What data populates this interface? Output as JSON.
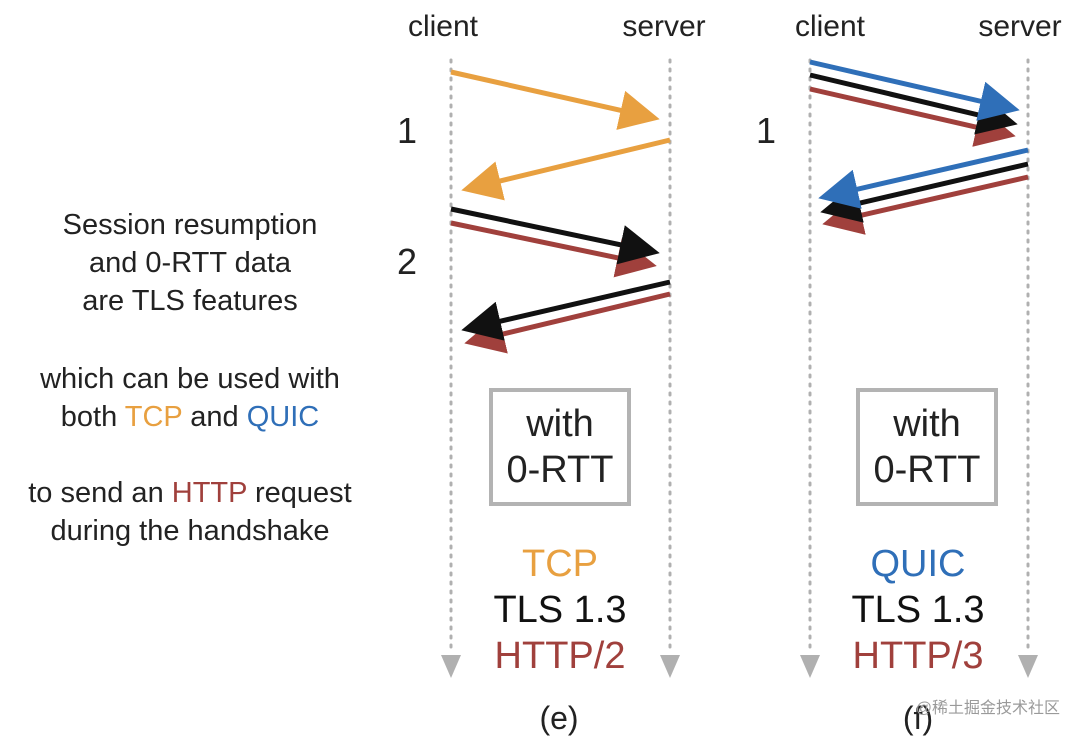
{
  "colors": {
    "tcp": "#E8A040",
    "quic": "#2F6FB8",
    "tls": "#111111",
    "http": "#A0403C",
    "axis": "#b0b0b0",
    "text": "#222222"
  },
  "sidebar": {
    "para1": [
      "Session resumption",
      "and 0-RTT data",
      "are TLS features"
    ],
    "para2_line1": "which can be used with",
    "para2_line2": {
      "pre": "both ",
      "tcp": "TCP",
      "mid": " and ",
      "quic": "QUIC"
    },
    "para3_line1": {
      "pre": "to send an ",
      "http": "HTTP",
      "post": " request"
    },
    "para3_line2": "during the handshake"
  },
  "panel_e": {
    "client_label": "client",
    "server_label": "server",
    "step1": "1",
    "step2": "2",
    "box_line1": "with",
    "box_line2": "0-RTT",
    "stack": [
      "TCP",
      "TLS 1.3",
      "HTTP/2"
    ],
    "caption": "(e)"
  },
  "panel_f": {
    "client_label": "client",
    "server_label": "server",
    "step1": "1",
    "box_line1": "with",
    "box_line2": "0-RTT",
    "stack": [
      "QUIC",
      "TLS 1.3",
      "HTTP/3"
    ],
    "caption": "(f)"
  },
  "watermark": "@稀土掘金技术社区"
}
